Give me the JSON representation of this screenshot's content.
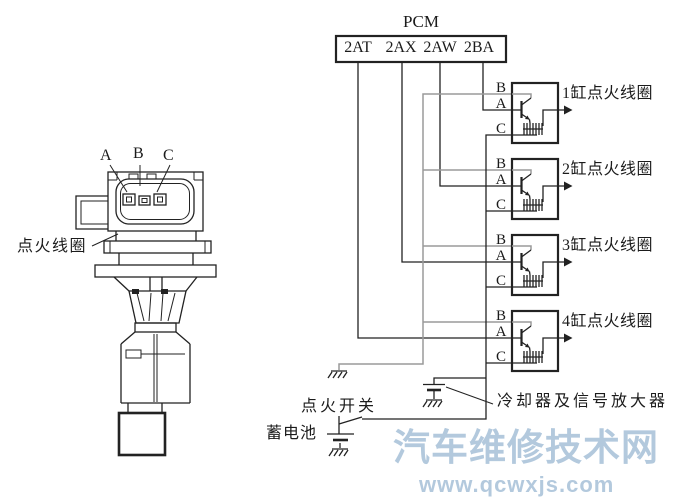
{
  "colors": {
    "wire": "#222222",
    "bus-gray": "#9a9a9a",
    "watermark": "#a6c0d8"
  },
  "pcm": {
    "title": "PCM",
    "terminals": [
      "2AT",
      "2AX",
      "2AW",
      "2BA"
    ]
  },
  "coils": [
    {
      "terminals": [
        "B",
        "A",
        "C"
      ],
      "label": "1缸点火线圈"
    },
    {
      "terminals": [
        "B",
        "A",
        "C"
      ],
      "label": "2缸点火线圈"
    },
    {
      "terminals": [
        "B",
        "A",
        "C"
      ],
      "label": "3缸点火线圈"
    },
    {
      "terminals": [
        "B",
        "A",
        "C"
      ],
      "label": "4缸点火线圈"
    }
  ],
  "illustration": {
    "pins": [
      "A",
      "B",
      "C"
    ],
    "label": "点火线圈"
  },
  "circuit": {
    "ignition_switch": "点火开关",
    "battery": "蓄电池",
    "amplifier": "冷却器及信号放大器"
  },
  "watermark": {
    "title": "汽车维修技术网",
    "url": "www.qcwxjs.com"
  }
}
